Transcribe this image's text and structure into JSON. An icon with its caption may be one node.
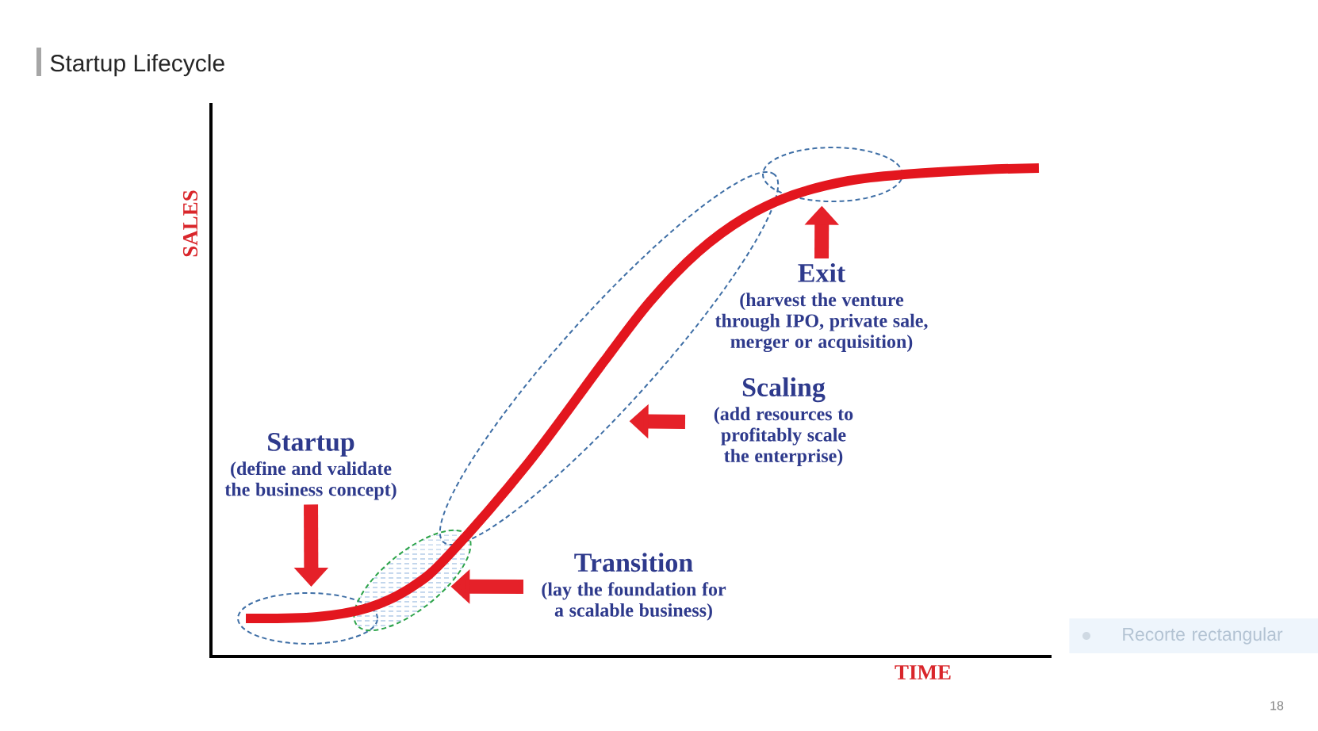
{
  "diagram": {
    "title": "Startup Lifecycle",
    "nodes": [
      {
        "text": [
          "Startup",
          "(define and validate the business concept)"
        ]
      },
      {
        "text": [],
        "shape": "ellipse"
      },
      {
        "text": [
          "Transition",
          "(lay the foundation for a scalable business)"
        ]
      },
      {
        "text": [],
        "shape": "ellipse"
      },
      {
        "text": [
          "Scaling",
          "(add resources to profitably scale the enterprise)"
        ]
      },
      {
        "text": [],
        "shape": "ellipse"
      },
      {
        "text": [
          "Exit",
          "(harvest the venture through IPO, private sale, merger or acquisition)"
        ]
      },
      {
        "text": [],
        "shape": "ellipse"
      }
    ],
    "edges": [
      {
        "from": 0,
        "to": 1,
        "arrow": "to"
      },
      {
        "from": 2,
        "to": 3,
        "arrow": "to"
      },
      {
        "from": 4,
        "to": 5,
        "arrow": "to"
      },
      {
        "from": 6,
        "to": 7,
        "arrow": "to"
      }
    ],
    "labels": [
      "SALES",
      "TIME",
      "Recorte rectangular",
      "18"
    ]
  }
}
